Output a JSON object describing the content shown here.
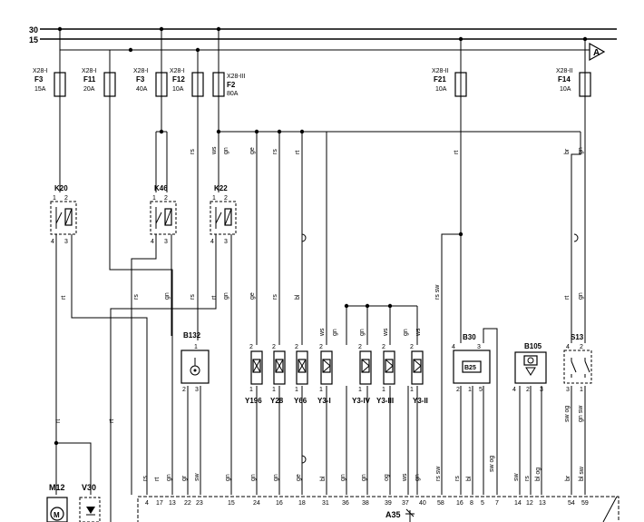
{
  "rails": [
    {
      "id": "30",
      "label": "30"
    },
    {
      "id": "15",
      "label": "15"
    }
  ],
  "fuses": [
    {
      "id": "f3a",
      "connector": "X28-I",
      "name": "F3",
      "rating": "15A"
    },
    {
      "id": "f11",
      "connector": "X28-I",
      "name": "F11",
      "rating": "20A"
    },
    {
      "id": "f3b",
      "connector": "X28-I",
      "name": "F3",
      "rating": "40A"
    },
    {
      "id": "f12",
      "connector": "X28-I",
      "name": "F12",
      "rating": "10A"
    },
    {
      "id": "f2",
      "connector": "X28-III",
      "name": "F2",
      "rating": "80A"
    },
    {
      "id": "f21",
      "connector": "X28-II",
      "name": "F21",
      "rating": "10A"
    },
    {
      "id": "f14",
      "connector": "X28-II",
      "name": "F14",
      "rating": "10A"
    }
  ],
  "relays": [
    {
      "id": "k20",
      "name": "K20",
      "pins_top": [
        "1",
        "2"
      ],
      "pins_bottom": [
        "4",
        "3"
      ]
    },
    {
      "id": "k46",
      "name": "K46",
      "pins_top": [
        "1",
        "2"
      ],
      "pins_bottom": [
        "4",
        "3"
      ]
    },
    {
      "id": "k22",
      "name": "K22",
      "pins_top": [
        "1",
        "2"
      ],
      "pins_bottom": [
        "4",
        "3"
      ]
    }
  ],
  "components": {
    "b132": {
      "name": "B132",
      "pins_top": [
        "1"
      ],
      "pins_bottom": [
        "2",
        "3"
      ]
    },
    "valves": [
      {
        "id": "y196",
        "name": "Y196",
        "pin_top": "2",
        "pin_bottom": "1"
      },
      {
        "id": "y28",
        "name": "Y28",
        "pin_top": "2",
        "pin_bottom": "1"
      },
      {
        "id": "y66",
        "name": "Y66",
        "pin_top": "2",
        "pin_bottom": "1"
      },
      {
        "id": "y3i",
        "name": "Y3-I",
        "pin_top": "2",
        "pin_bottom": "1"
      },
      {
        "id": "y3iv",
        "name": "Y3-IV",
        "pin_top": "2",
        "pin_bottom": "1"
      },
      {
        "id": "y3iii",
        "name": "Y3-III",
        "pin_top": "2",
        "pin_bottom": "1"
      },
      {
        "id": "y3ii",
        "name": "Y3-II",
        "pin_top": "2",
        "pin_bottom": "1"
      }
    ],
    "b30": {
      "name": "B30",
      "inner": "B25",
      "pins_top": [
        "4",
        "3"
      ],
      "pins_bottom": [
        "2",
        "1",
        "5"
      ]
    },
    "b105": {
      "name": "B105",
      "pins_bottom": [
        "4",
        "2",
        "3"
      ]
    },
    "s13": {
      "name": "S13",
      "pins_top": [
        "4",
        "2"
      ],
      "pins_bottom": [
        "3",
        "1"
      ]
    },
    "m12": {
      "name": "M12",
      "symbol": "M"
    },
    "v30": {
      "name": "V30"
    },
    "a35": {
      "name": "A35"
    }
  },
  "wire_colors": {
    "f3a": "rt",
    "k20_out": "rt",
    "k20_low": "rt",
    "m12": "rt",
    "v30": "rt",
    "f11": "rs",
    "f11_low": "rs",
    "k46": "gn",
    "k46_low": "gn",
    "f12": "rs",
    "f12_low": "rs",
    "k22_a": "ws",
    "k22_b": "gn",
    "k22_low_a": "rt",
    "k22_low_b": "gn",
    "y196_top": "ge",
    "y28_top": "rs",
    "y66_top": "rt",
    "y196_low": "gn",
    "y28_low": "gn",
    "y66_low": "ge",
    "bl_top": "bl",
    "y3i_low": "bl",
    "y3i_a": "ws",
    "y3i_b": "gn",
    "y3iv": "gn",
    "y3iii": "ws",
    "y3ii_a": "gn",
    "y3ii_b": "ws",
    "y3iv_low": "gn",
    "y3iii_low": "gn",
    "y3iii_low2": "og",
    "y3ii_low": "ws",
    "y3ii_low2": "gn",
    "f21": "rt",
    "b30_feed": "rs sw",
    "b30_feed_low": "rs sw",
    "b30_low_a": "rs",
    "b30_low_b": "bl",
    "b30_low_c": "sw og",
    "b105_a": "sw",
    "b105_b": "rs",
    "b105_c": "bl og",
    "f14": "br",
    "f14_b": "gn",
    "s13_a": "rt",
    "s13_b": "gn",
    "s13_low_a": "sw og",
    "s13_low_b": "gn sw",
    "s13_bot_a": "br",
    "s13_bot_b": "bl sw",
    "b132_low_a": "gr",
    "b132_low_b": "sw",
    "ws_a": "ws",
    "gn_a": "gn",
    "gn_b": "gn",
    "rs_a": "rs"
  },
  "a35_pins": [
    "4",
    "17",
    "13",
    "22",
    "23",
    "15",
    "24",
    "16",
    "18",
    "31",
    "36",
    "38",
    "39",
    "37",
    "40",
    "58",
    "16",
    "8",
    "5",
    "7",
    "14",
    "12",
    "13",
    "54",
    "59"
  ],
  "labels": {
    "arrow": "A"
  }
}
